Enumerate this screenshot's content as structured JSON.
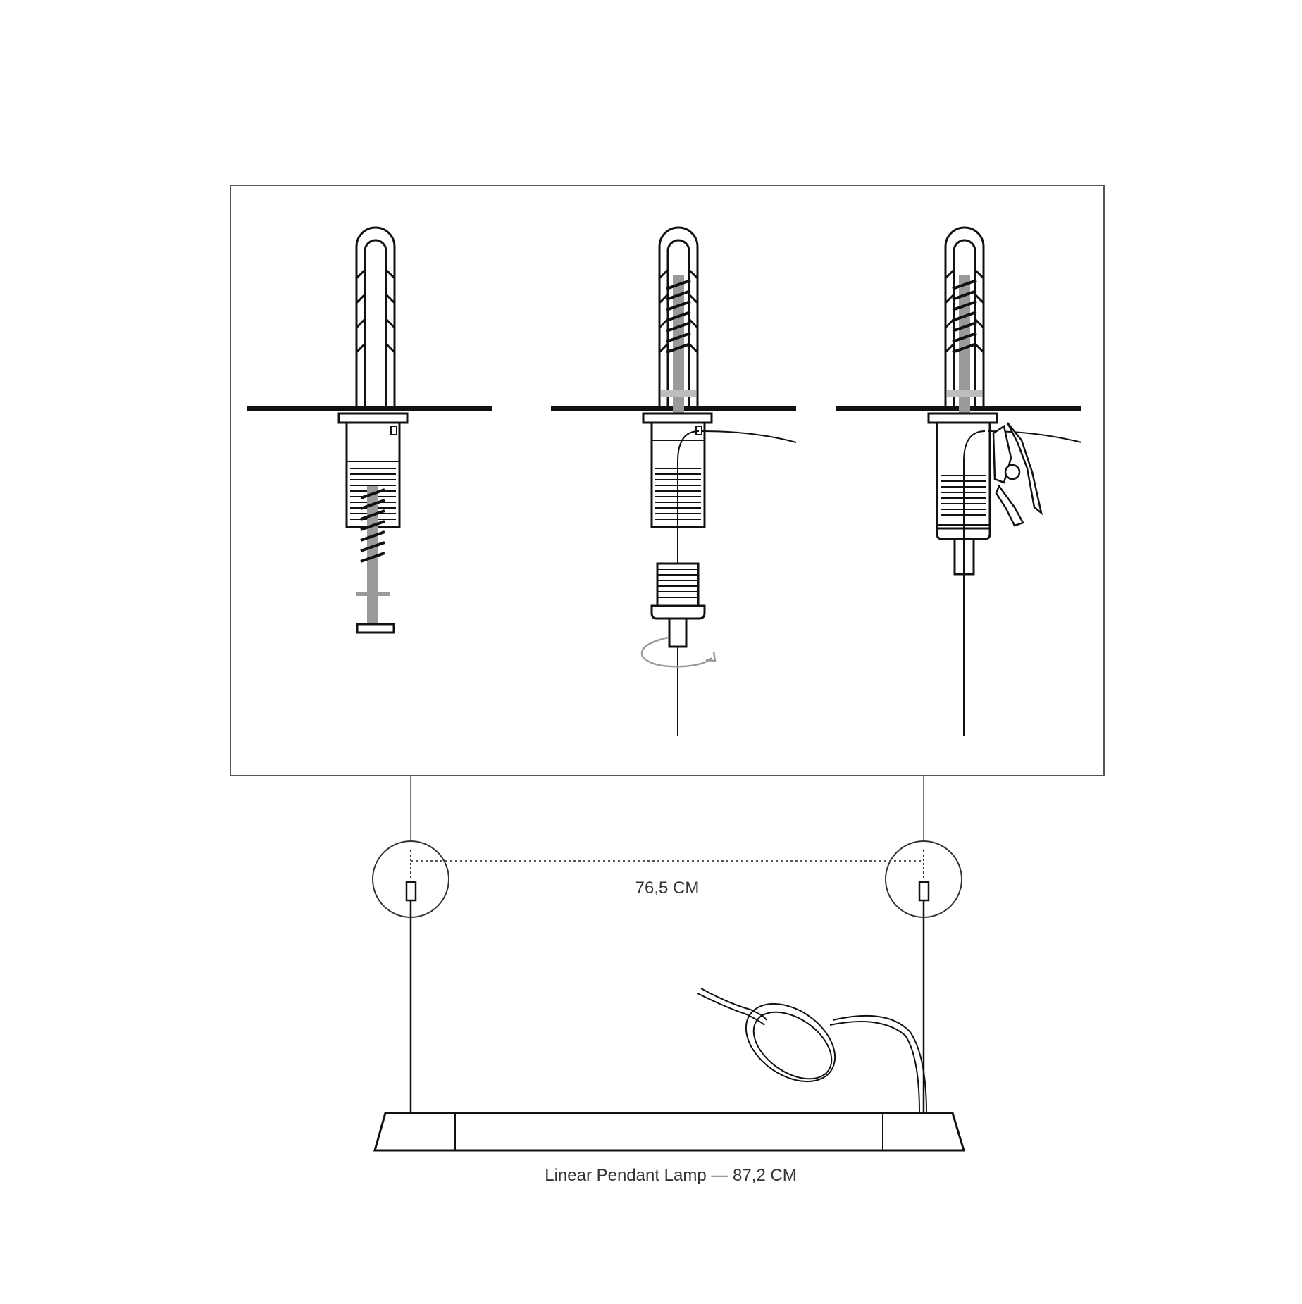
{
  "diagram": {
    "spacing_label": "76,5 CM",
    "lamp_label": "Linear Pendant Lamp — 87,2 CM",
    "steps_panel": {
      "steps": [
        {
          "name": "step-1-insert-anchor-and-screw"
        },
        {
          "name": "step-2-thread-cable-and-attach-nut"
        },
        {
          "name": "step-3-tighten-and-cut-cable"
        }
      ]
    },
    "colors": {
      "line": "#111111",
      "border": "#555555",
      "gray_screw": "#9a9a9a",
      "gray_fill": "#bdbdbd",
      "background": "#ffffff"
    }
  }
}
